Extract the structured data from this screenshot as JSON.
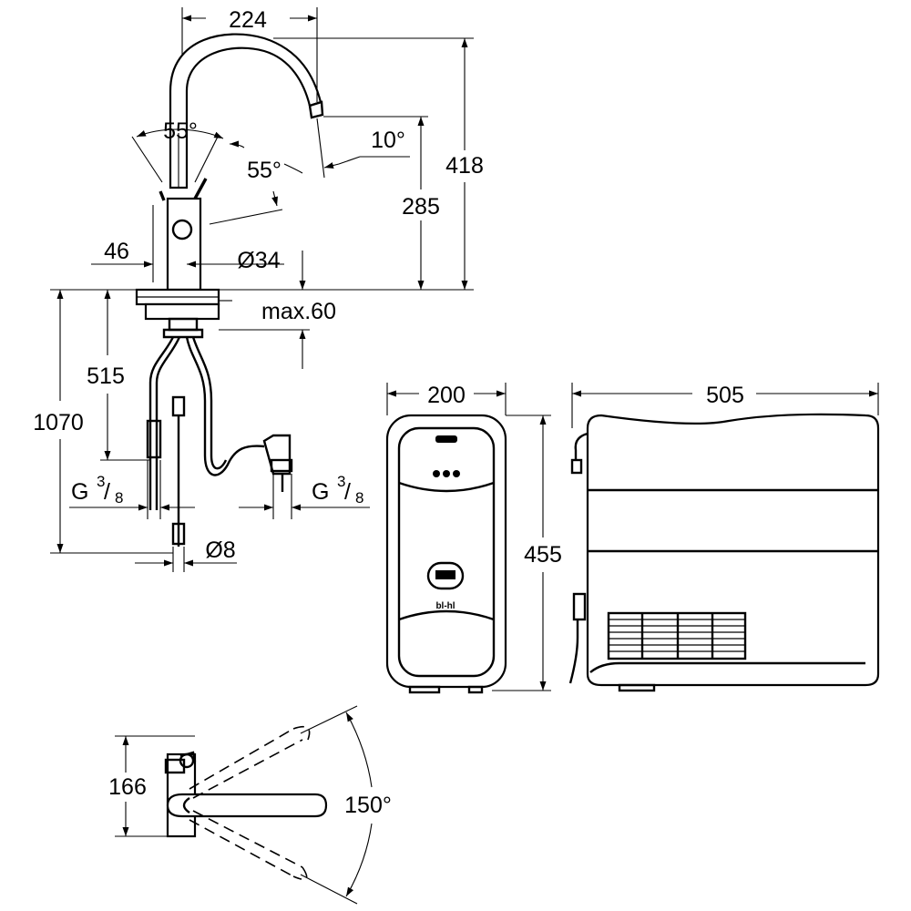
{
  "dimensions": {
    "spout_reach": "224",
    "lever_angle_left": "55°",
    "lever_angle_right": "55°",
    "spout_tilt": "10°",
    "total_height": "418",
    "outlet_height": "285",
    "lever_offset": "46",
    "body_diameter": "Ø34",
    "deck_thickness": "max.60",
    "hose_length_inner": "515",
    "hose_length_total": "1070",
    "connection_left": {
      "base": "G",
      "num": "3",
      "den": "8"
    },
    "connection_right": {
      "base": "G",
      "num": "3",
      "den": "8"
    },
    "pipe_diameter": "Ø8",
    "boiler_width": "200",
    "boiler_depth": "505",
    "boiler_height": "455",
    "lever_travel": "166",
    "swivel_angle": "150°"
  },
  "icons": {
    "tap_indicator": "bl-hl"
  }
}
